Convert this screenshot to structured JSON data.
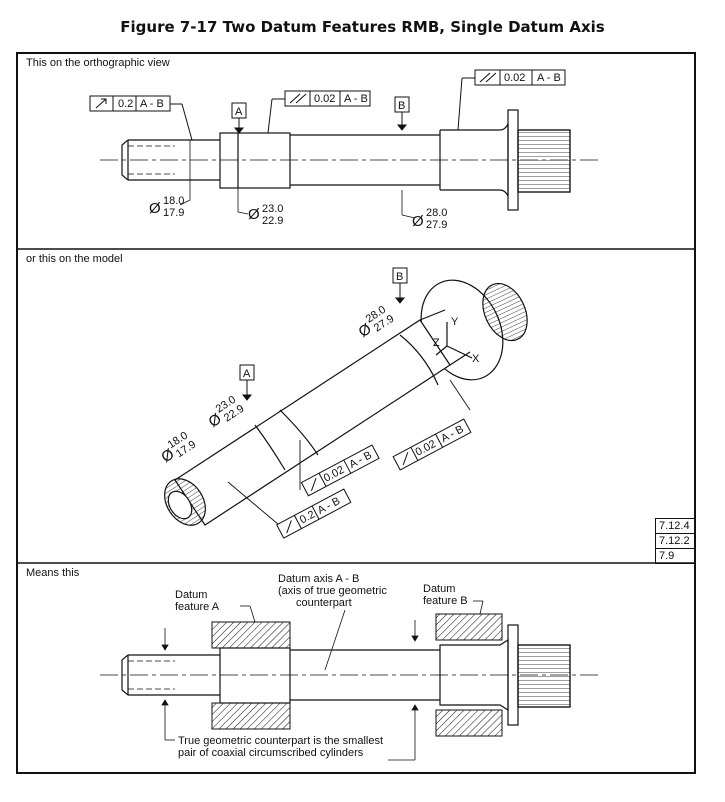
{
  "title": "Figure 7-17 Two Datum Features RMB, Single Datum Axis",
  "panels": {
    "ortho": "This  on  the  orthographic  view",
    "model": "or  this  on  the  model",
    "means": "Means  this"
  },
  "refs": [
    "7.12.4",
    "7.12.2",
    "7.9"
  ],
  "fcf": {
    "small": "0.2",
    "large": "0.02",
    "datum_ref": "A - B"
  },
  "datums": {
    "a": "A",
    "b": "B"
  },
  "dims": {
    "d1_hi": "18.0",
    "d1_lo": "17.9",
    "d2_hi": "23.0",
    "d2_lo": "22.9",
    "d3_hi": "28.0",
    "d3_lo": "27.9",
    "dia": "Ø"
  },
  "axes": {
    "x": "X",
    "y": "Y",
    "z": "Z"
  },
  "notes": {
    "datum_a_1": "Datum",
    "datum_a_2": "feature  A",
    "datum_b_1": "Datum",
    "datum_b_2": "feature  B",
    "axis_1": "Datum  axis  A - B",
    "axis_2": "(axis  of  true  geometric",
    "axis_3": "counterpart",
    "tgc_1": "True  geometric  counterpart  is  the  smallest",
    "tgc_2": "pair  of  coaxial  circumscribed  cylinders"
  }
}
